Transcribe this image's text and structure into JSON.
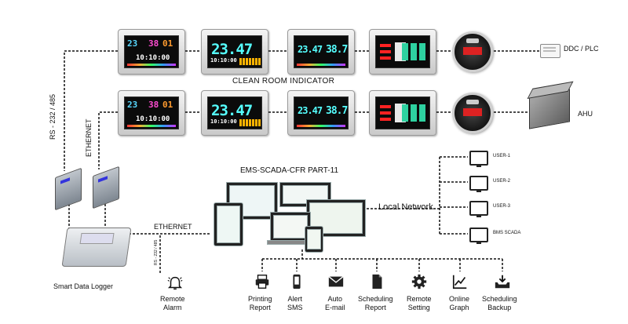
{
  "labels": {
    "title_center": "CLEAN ROOM INDICATOR",
    "ems": "EMS-SCADA-CFR PART-11",
    "rs232_485": "RS - 232 / 485",
    "ethernet_vertical": "ETHERNET",
    "ethernet_horizontal": "ETHERNET",
    "rs_small": "RS - 232 / 485",
    "ddc_plc": "DDC / PLC",
    "ahu": "AHU",
    "local_network": "Local Network",
    "smart_data_logger": "Smart Data Logger",
    "remote_alarm": "Remote\nAlarm"
  },
  "displays": {
    "multi": {
      "v1": "23",
      "v2": "38",
      "v3": "01",
      "clock": "10:10:00"
    },
    "single": {
      "value": "23.47",
      "clock": "10:10:00"
    },
    "dual": {
      "v1": "23.47",
      "v2": "38.72"
    }
  },
  "users": [
    "USER-1",
    "USER-2",
    "USER-3",
    "BMS SCADA"
  ],
  "features": [
    {
      "label": "Printing\nReport",
      "icon": "printer-icon"
    },
    {
      "label": "Alert\nSMS",
      "icon": "phone-icon"
    },
    {
      "label": "Auto\nE-mail",
      "icon": "envelope-icon"
    },
    {
      "label": "Scheduling\nReport",
      "icon": "document-icon"
    },
    {
      "label": "Remote\nSetting",
      "icon": "gear-icon"
    },
    {
      "label": "Online\nGraph",
      "icon": "graph-icon"
    },
    {
      "label": "Scheduling\nBackup",
      "icon": "backup-icon"
    }
  ],
  "colors": {
    "wire": "#111111",
    "screen": "#0b0b0b",
    "accent_cyan": "#55ffff"
  }
}
